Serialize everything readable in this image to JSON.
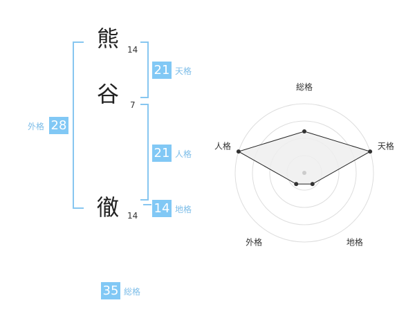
{
  "name": {
    "chars": [
      {
        "char": "熊",
        "strokes": "14"
      },
      {
        "char": "谷",
        "strokes": "7"
      },
      {
        "char": "徹",
        "strokes": "14"
      }
    ]
  },
  "kakusu": {
    "tenkaku": {
      "value": "21",
      "label": "天格"
    },
    "jinkaku": {
      "value": "21",
      "label": "人格"
    },
    "chikaku": {
      "value": "14",
      "label": "地格"
    },
    "gaikaku": {
      "value": "28",
      "label": "外格"
    },
    "soukaku": {
      "value": "35",
      "label": "総格"
    }
  },
  "chart_data": {
    "type": "radar",
    "axes": [
      "総格",
      "天格",
      "地格",
      "外格",
      "人格"
    ],
    "values": [
      0.6,
      1.0,
      0.2,
      0.2,
      1.0
    ],
    "rings": 4,
    "fill_color": "#eeeeee",
    "line_color": "#222222",
    "grid_color": "#dddddd"
  }
}
